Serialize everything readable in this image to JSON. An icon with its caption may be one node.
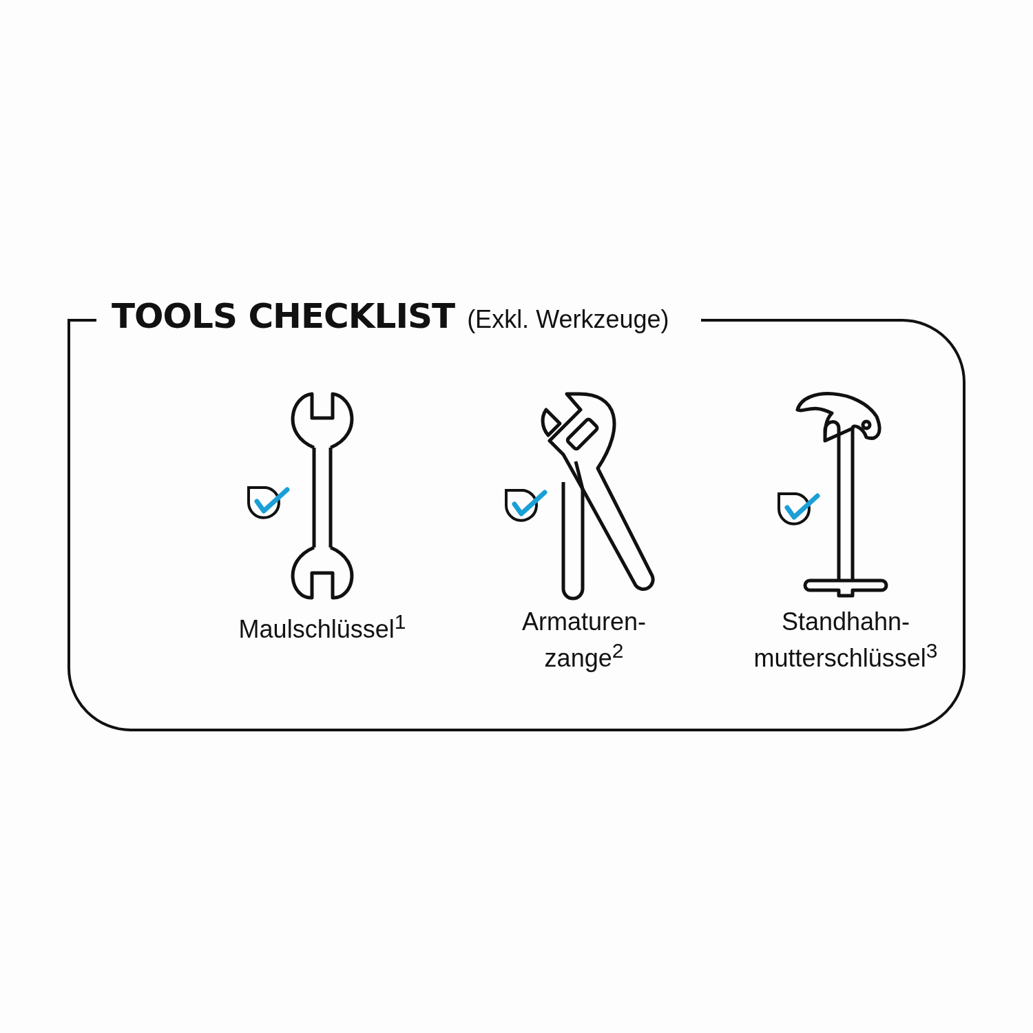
{
  "diagram": {
    "nodes": [
      {
        "text": [
          "TOOLS CHECKLIST",
          "(Exkl. Werkzeuge)"
        ]
      },
      {
        "text": [
          "Maulschlüssel$^{1}$"
        ],
        "in": 0
      },
      {
        "text": [
          "Armaturen- zange$^{2}$"
        ],
        "in": 0
      },
      {
        "text": [
          "Standhahn- mutterschlüssel$^{3}$"
        ],
        "in": 0
      }
    ]
  }
}
